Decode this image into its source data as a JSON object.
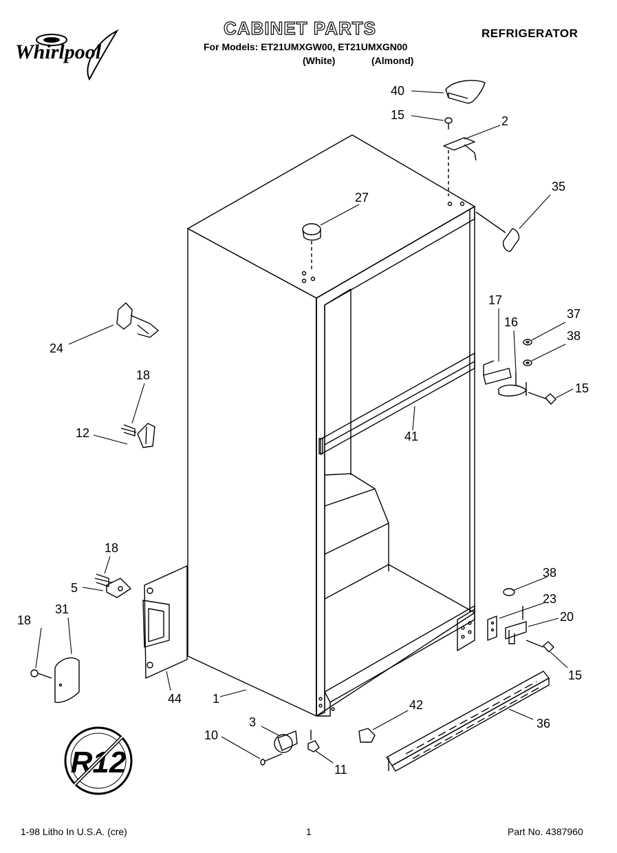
{
  "header": {
    "brand": "Whirlpool",
    "title": "CABINET PARTS",
    "models_line": "For Models: ET21UMXGW00, ET21UMXGN00",
    "variant_white": "(White)",
    "variant_almond": "(Almond)",
    "product_type": "REFRIGERATOR"
  },
  "icons": [
    "whirlpool-logo",
    "no-r12-icon"
  ],
  "no_r12_text": "R12",
  "callouts": [
    {
      "id": "c40",
      "label": "40"
    },
    {
      "id": "c15a",
      "label": "15"
    },
    {
      "id": "c2",
      "label": "2"
    },
    {
      "id": "c35",
      "label": "35"
    },
    {
      "id": "c27",
      "label": "27"
    },
    {
      "id": "c17",
      "label": "17"
    },
    {
      "id": "c37",
      "label": "37"
    },
    {
      "id": "c16",
      "label": "16"
    },
    {
      "id": "c38a",
      "label": "38"
    },
    {
      "id": "c15b",
      "label": "15"
    },
    {
      "id": "c24",
      "label": "24"
    },
    {
      "id": "c18a",
      "label": "18"
    },
    {
      "id": "c12",
      "label": "12"
    },
    {
      "id": "c41",
      "label": "41"
    },
    {
      "id": "c18b",
      "label": "18"
    },
    {
      "id": "c5",
      "label": "5"
    },
    {
      "id": "c38b",
      "label": "38"
    },
    {
      "id": "c23",
      "label": "23"
    },
    {
      "id": "c20",
      "label": "20"
    },
    {
      "id": "c31",
      "label": "31"
    },
    {
      "id": "c18c",
      "label": "18"
    },
    {
      "id": "c15c",
      "label": "15"
    },
    {
      "id": "c44",
      "label": "44"
    },
    {
      "id": "c1",
      "label": "1"
    },
    {
      "id": "c42",
      "label": "42"
    },
    {
      "id": "c36",
      "label": "36"
    },
    {
      "id": "c3",
      "label": "3"
    },
    {
      "id": "c10",
      "label": "10"
    },
    {
      "id": "c11",
      "label": "11"
    }
  ],
  "footer": {
    "litho": "1-98 Litho In U.S.A. (cre)",
    "page": "1",
    "part_no": "Part No. 4387960"
  }
}
